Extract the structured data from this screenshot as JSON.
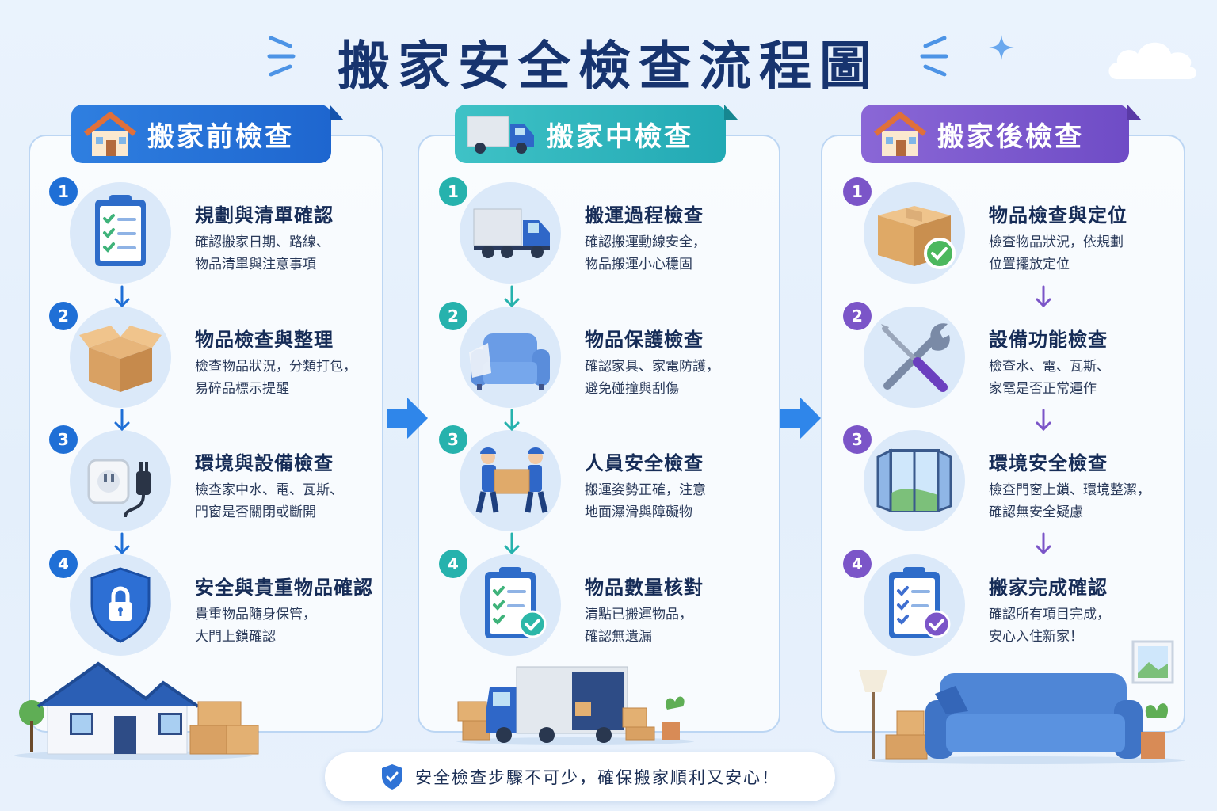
{
  "title": "搬家安全檢查流程圖",
  "columns": [
    {
      "header": "搬家前檢查",
      "accent": "#1f6fd6",
      "steps": [
        {
          "num": "1",
          "title": "規劃與清單確認",
          "desc": [
            "確認搬家日期、路線、",
            "物品清單與注意事項"
          ],
          "icon": "clipboard-icon"
        },
        {
          "num": "2",
          "title": "物品檢查與整理",
          "desc": [
            "檢查物品狀況，分類打包，",
            "易碎品標示提醒"
          ],
          "icon": "box-icon"
        },
        {
          "num": "3",
          "title": "環境與設備檢查",
          "desc": [
            "檢查家中水、電、瓦斯、",
            "門窗是否關閉或斷開"
          ],
          "icon": "plug-icon"
        },
        {
          "num": "4",
          "title": "安全與貴重物品確認",
          "desc": [
            "貴重物品隨身保管，",
            "大門上鎖確認"
          ],
          "icon": "shield-lock-icon"
        }
      ]
    },
    {
      "header": "搬家中檢查",
      "accent": "#26b2ad",
      "steps": [
        {
          "num": "1",
          "title": "搬運過程檢查",
          "desc": [
            "確認搬運動線安全，",
            "物品搬運小心穩固"
          ],
          "icon": "truck-icon"
        },
        {
          "num": "2",
          "title": "物品保護檢查",
          "desc": [
            "確認家具、家電防護，",
            "避免碰撞與刮傷"
          ],
          "icon": "sofa-icon"
        },
        {
          "num": "3",
          "title": "人員安全檢查",
          "desc": [
            "搬運姿勢正確，注意",
            "地面濕滑與障礙物"
          ],
          "icon": "movers-icon"
        },
        {
          "num": "4",
          "title": "物品數量核對",
          "desc": [
            "清點已搬運物品，",
            "確認無遺漏"
          ],
          "icon": "checklist-icon"
        }
      ]
    },
    {
      "header": "搬家後檢查",
      "accent": "#7b55c8",
      "steps": [
        {
          "num": "1",
          "title": "物品檢查與定位",
          "desc": [
            "檢查物品狀況，依規劃",
            "位置擺放定位"
          ],
          "icon": "box-check-icon"
        },
        {
          "num": "2",
          "title": "設備功能檢查",
          "desc": [
            "檢查水、電、瓦斯、",
            "家電是否正常運作"
          ],
          "icon": "tools-icon"
        },
        {
          "num": "3",
          "title": "環境安全檢查",
          "desc": [
            "檢查門窗上鎖、環境整潔，",
            "確認無安全疑慮"
          ],
          "icon": "window-icon"
        },
        {
          "num": "4",
          "title": "搬家完成確認",
          "desc": [
            "確認所有項目完成，",
            "安心入住新家！"
          ],
          "icon": "clipboard-check-icon"
        }
      ]
    }
  ],
  "footer": "安全檢查步驟不可少，確保搬家順利又安心！"
}
